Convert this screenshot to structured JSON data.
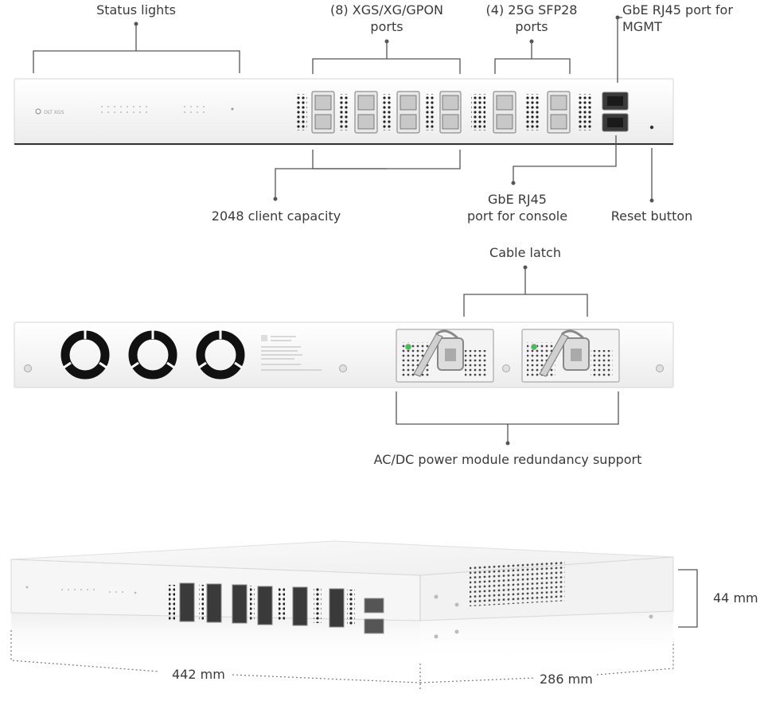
{
  "front": {
    "status_lights": "Status lights",
    "xgs_ports": [
      "(8) XGS/XG/GPON",
      "ports"
    ],
    "sfp28_ports": [
      "(4) 25G SFP28",
      "ports"
    ],
    "mgmt_port": [
      "GbE RJ45 port for",
      "MGMT"
    ],
    "client_capacity": "2048 client capacity",
    "console_port": [
      "GbE RJ45",
      "port for console"
    ],
    "reset_button": "Reset button",
    "device_logo_text": "OLT XGS"
  },
  "rear": {
    "cable_latch": "Cable latch",
    "power_module": "AC/DC power module redundancy support"
  },
  "dimensions": {
    "height": "44 mm",
    "width": "442 mm",
    "depth": "286 mm"
  }
}
